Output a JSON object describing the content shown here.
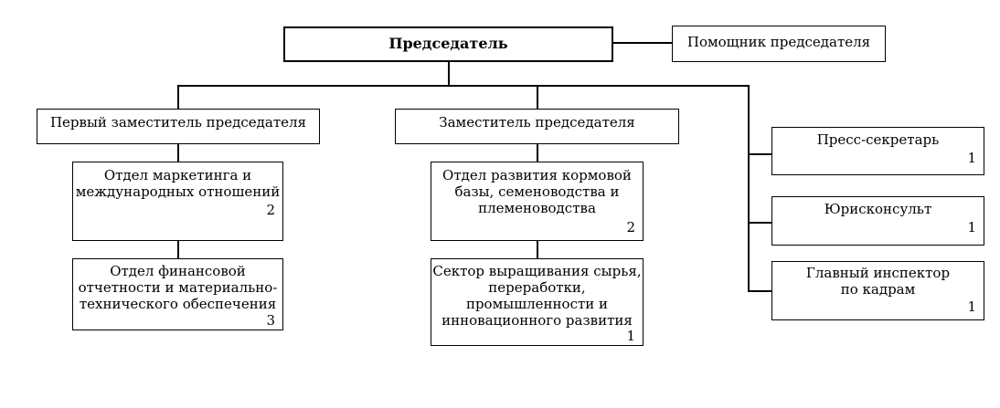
{
  "chairman": {
    "label": "Председатель"
  },
  "assistant": {
    "label": "Помощник председателя"
  },
  "first_deputy": {
    "label": "Первый заместитель председателя"
  },
  "deputy": {
    "label": "Заместитель председателя"
  },
  "marketing_dept": {
    "lines": [
      "Отдел маркетинга и",
      "международных отношений"
    ],
    "count": "2"
  },
  "finance_dept": {
    "lines": [
      "Отдел финансовой",
      "отчетности и материально-",
      "технического обеспечения"
    ],
    "count": "3"
  },
  "feed_dept": {
    "lines": [
      "Отдел развития кормовой",
      "базы, семеноводства и",
      "племеноводства"
    ],
    "count": "2"
  },
  "raw_sector": {
    "lines": [
      "Сектор выращивания сырья,",
      "переработки,",
      "промышленности и",
      "инновационного развития"
    ],
    "count": "1"
  },
  "press_secretary": {
    "label": "Пресс-секретарь",
    "count": "1"
  },
  "legal_adviser": {
    "label": "Юрисконсульт",
    "count": "1"
  },
  "hr_inspector": {
    "lines": [
      "Главный инспектор",
      "по кадрам"
    ],
    "count": "1"
  }
}
